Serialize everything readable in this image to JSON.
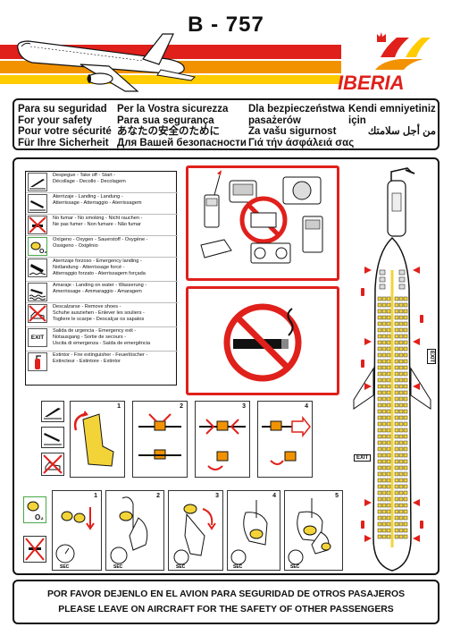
{
  "header": {
    "model": "B - 757",
    "airline_wordmark": "IBERIA"
  },
  "colors": {
    "brand_red": "#e0201b",
    "brand_orange": "#f39200",
    "brand_yellow": "#ffcc00",
    "seat_yellow": "#f3d438"
  },
  "safety_titles": [
    [
      "Para su seguridad",
      "For your safety",
      "Pour votre sécurité",
      "Für Ihre Sicherheit"
    ],
    [
      "Per la Vostra sicurezza",
      "Para sua segurança",
      "あなたの安全のために",
      "Для Вашей безопасности"
    ],
    [
      "Dla bezpieczeństwa",
      "pasażerów",
      "Za vašu sigurnost",
      "Γιά τήν άσφάλειά σας"
    ],
    [
      "Kendi emniyetiniz",
      "için",
      "من أجل سلامتك"
    ]
  ],
  "legend": [
    {
      "icon": "takeoff-icon",
      "lines": [
        "Despegue - Take off - Start -",
        "Décollage - Decollo - Decolagem"
      ]
    },
    {
      "icon": "landing-icon",
      "lines": [
        "Aterrizaje - Landing - Landung -",
        "Atterrissage - Atterraggio - Aterrissagem"
      ]
    },
    {
      "icon": "no-smoking-icon",
      "lines": [
        "No fumar - No smoking - Nicht rauchen -",
        "Ne pas fumer - Non fumare - Não fumar"
      ]
    },
    {
      "icon": "oxygen-icon",
      "lines": [
        "Oxígeno - Oxygen - Sauerstoff - Oxygène -",
        "Ossigeno - Oxigênio"
      ]
    },
    {
      "icon": "emergency-landing-icon",
      "lines": [
        "Aterrizaje forzoso - Emergency landing -",
        "Notlandung - Atterrissage forcé -",
        "Atterraggio forzato - Aterrissagem forçada"
      ]
    },
    {
      "icon": "water-landing-icon",
      "lines": [
        "Amaraje - Landing on water - Wasserung -",
        "Amerrissage - Ammaraggio - Amaragem"
      ]
    },
    {
      "icon": "remove-shoes-icon",
      "lines": [
        "Descalzarse - Remove shoes -",
        "Schuhe ausziehen - Enlever les souliers -",
        "Togliere le scarpe - Descalçar os sapatos"
      ]
    },
    {
      "icon": "exit-icon",
      "label": "EXIT",
      "lines": [
        "Salida de urgencia - Emergency exit -",
        "Notausgang - Sortie de secours -",
        "Uscita di emergenza - Saída de emergência"
      ]
    },
    {
      "icon": "extinguisher-icon",
      "lines": [
        "Extintor - Fire extinguisher - Feuerlöscher -",
        "Extincteur - Estintore - Extintor"
      ]
    }
  ],
  "belt_steps": [
    "1",
    "2",
    "3",
    "4"
  ],
  "oxygen_steps": [
    "1",
    "2",
    "3",
    "4",
    "5"
  ],
  "oxygen_gauge_label": "SEC",
  "oxygen_badge": "O₂",
  "exit_labels": {
    "side": "EXIT",
    "rear": "EXIT"
  },
  "footer": {
    "line1": "POR FAVOR DEJENLO EN EL AVION PARA SEGURIDAD DE OTROS PASAJEROS",
    "line2": "PLEASE LEAVE ON AIRCRAFT FOR THE SAFETY OF OTHER PASSENGERS"
  }
}
